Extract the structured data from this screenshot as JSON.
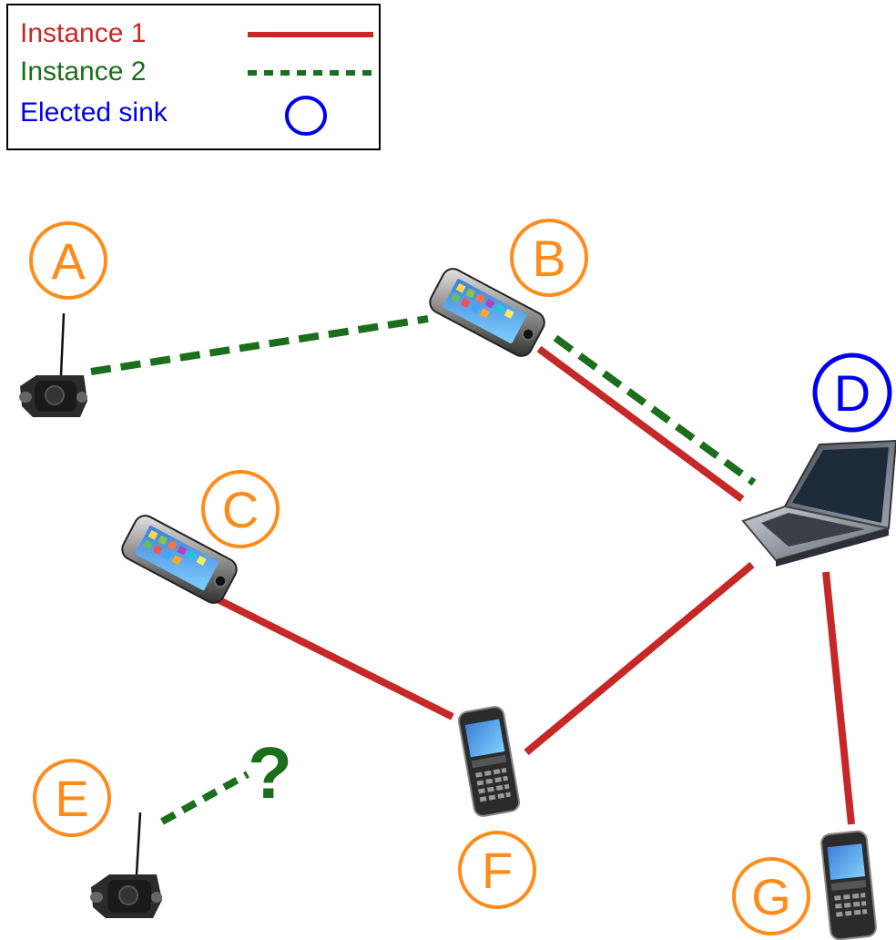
{
  "colors": {
    "instance1": "#c62828",
    "instance2": "#1b6e1b",
    "sink": "#0000ee",
    "node": "#ff8c1a"
  },
  "legend": {
    "instance1_label": "Instance 1",
    "instance2_label": "Instance 2",
    "sink_label": "Elected sink"
  },
  "nodes": {
    "A": {
      "label": "A",
      "device": "sensor",
      "sink": false
    },
    "B": {
      "label": "B",
      "device": "smartphone",
      "sink": false
    },
    "C": {
      "label": "C",
      "device": "smartphone",
      "sink": false
    },
    "D": {
      "label": "D",
      "device": "laptop",
      "sink": true
    },
    "E": {
      "label": "E",
      "device": "sensor",
      "sink": false
    },
    "F": {
      "label": "F",
      "device": "blackberry-phone",
      "sink": false
    },
    "G": {
      "label": "G",
      "device": "blackberry-phone",
      "sink": false
    }
  },
  "links": [
    {
      "from": "A",
      "to": "B",
      "instance": 2
    },
    {
      "from": "B",
      "to": "D",
      "instance": 2
    },
    {
      "from": "B",
      "to": "D",
      "instance": 1
    },
    {
      "from": "C",
      "to": "F",
      "instance": 1
    },
    {
      "from": "F",
      "to": "D",
      "instance": 1
    },
    {
      "from": "D",
      "to": "G",
      "instance": 1
    },
    {
      "from": "E",
      "to": "?",
      "instance": 2
    }
  ],
  "unknown_marker": "?"
}
